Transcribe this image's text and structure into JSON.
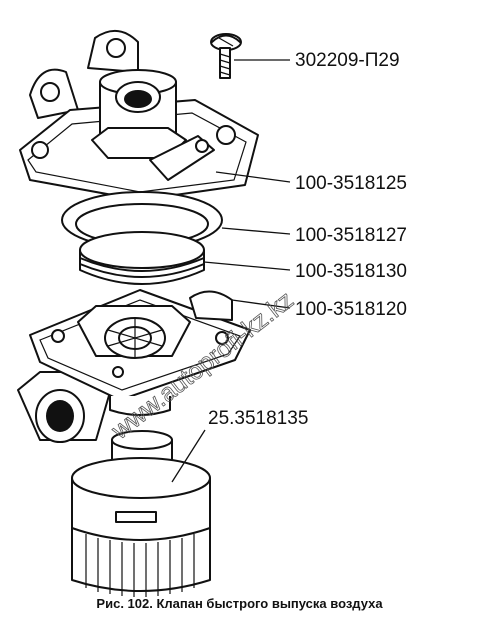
{
  "parts": {
    "screw": "302209-П29",
    "housing": "100-3518125",
    "ring": "100-3518127",
    "diaphragm": "100-3518130",
    "cover": "100-3518120",
    "muffler": "25.3518135"
  },
  "caption": "Рис. 102. Клапан быстрого выпуска воздуха",
  "watermark": "www.autoprofi-kz.kz"
}
